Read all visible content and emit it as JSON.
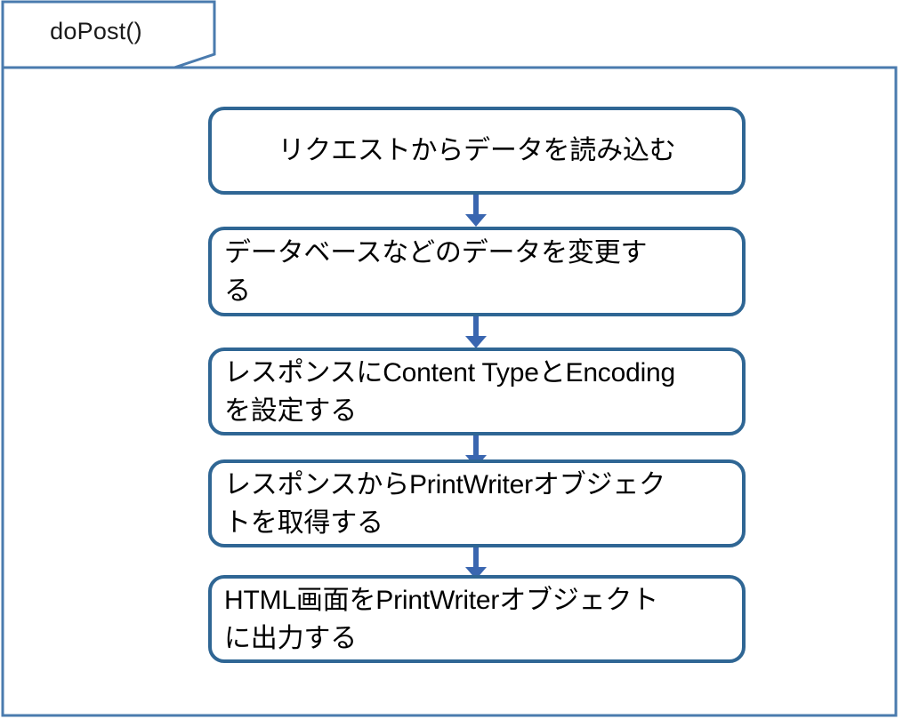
{
  "diagram": {
    "type": "flowchart",
    "orientation": "vertical",
    "title": "doPost()",
    "frame_label": "doPost()",
    "colors": {
      "frame_border": "#4a7bae",
      "node_border": "#2f6694",
      "node_fill": "#ffffff",
      "arrow": "#3a66b0",
      "text": "#000000",
      "background": "#ffffff"
    },
    "nodes": [
      {
        "id": "node-1",
        "shape": "rounded-rectangle",
        "align": "center",
        "lines": [
          "リクエストからデータを読み込む"
        ],
        "text": "リクエストからデータを読み込む"
      },
      {
        "id": "node-2",
        "shape": "rounded-rectangle",
        "align": "left",
        "lines": [
          "データベースなどのデータを変更す",
          "る"
        ],
        "text": "データベースなどのデータを変更する"
      },
      {
        "id": "node-3",
        "shape": "rounded-rectangle",
        "align": "left",
        "lines": [
          "レスポンスにContent TypeとEncoding",
          "を設定する"
        ],
        "text": "レスポンスにContent TypeとEncodingを設定する"
      },
      {
        "id": "node-4",
        "shape": "rounded-rectangle",
        "align": "left",
        "lines": [
          "レスポンスからPrintWriterオブジェク",
          "トを取得する"
        ],
        "text": "レスポンスからPrintWriterオブジェクトを取得する"
      },
      {
        "id": "node-5",
        "shape": "rounded-rectangle",
        "align": "left",
        "lines": [
          "HTML画面をPrintWriterオブジェクト",
          "に出力する"
        ],
        "text": "HTML画面をPrintWriterオブジェクトに出力する"
      }
    ],
    "connectors": [
      {
        "id": "arrow-1",
        "from": "node-1",
        "to": "node-2",
        "style": "solid-arrow-down"
      },
      {
        "id": "arrow-2",
        "from": "node-2",
        "to": "node-3",
        "style": "solid-arrow-down"
      },
      {
        "id": "arrow-3",
        "from": "node-3",
        "to": "node-4",
        "style": "solid-arrow-down"
      },
      {
        "id": "arrow-4",
        "from": "node-4",
        "to": "node-5",
        "style": "solid-arrow-down"
      }
    ]
  }
}
